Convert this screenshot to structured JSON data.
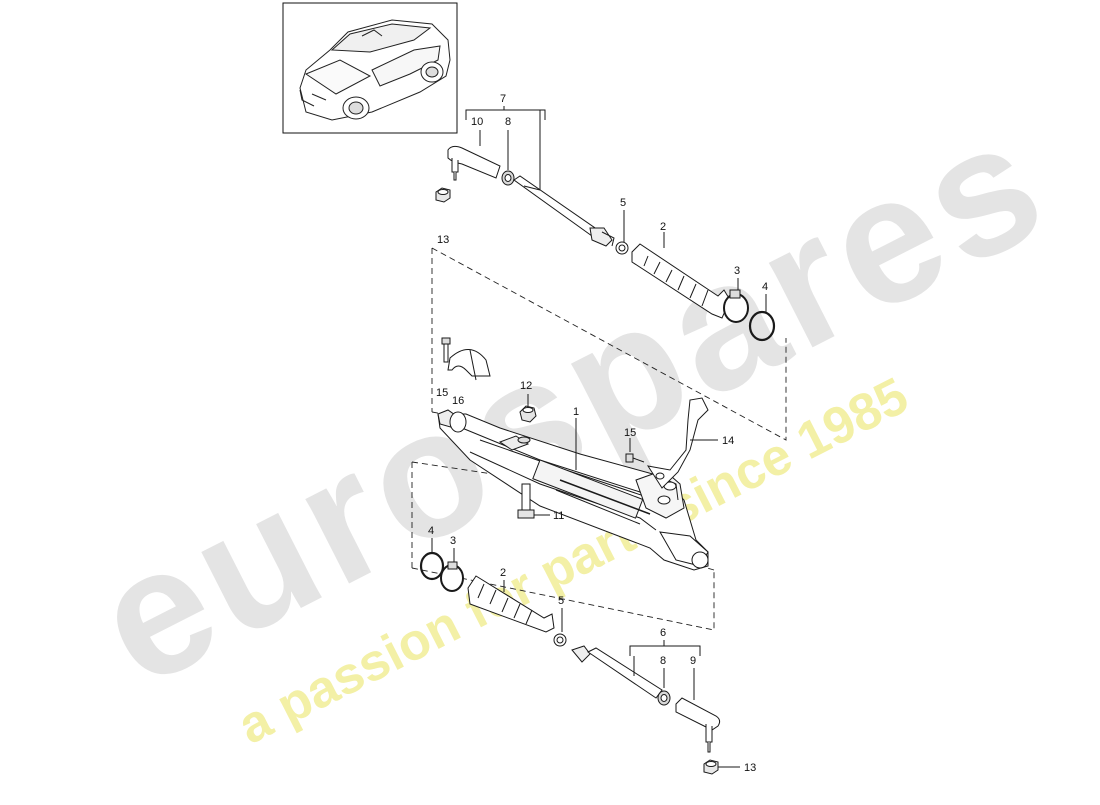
{
  "watermark": {
    "brand": "eurospares",
    "tagline": "a passion for parts since 1985",
    "brand_color": "#e4e4e4",
    "tagline_color": "#f3f0a6"
  },
  "callouts": [
    "1",
    "2",
    "3",
    "4",
    "5",
    "6",
    "7",
    "8",
    "9",
    "10",
    "11",
    "12",
    "13",
    "14",
    "15",
    "16"
  ],
  "colors": {
    "line": "#1a1a1a",
    "part_fill": "#ffffff",
    "shade": "#bdbdbd"
  }
}
